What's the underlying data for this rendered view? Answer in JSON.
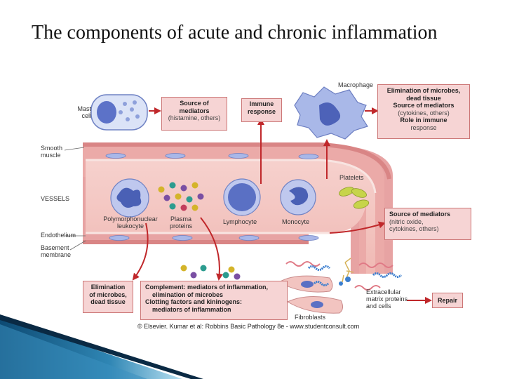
{
  "slide": {
    "title": "The components of acute and chronic inflammation"
  },
  "labels": {
    "mast_cell": "Mast cell",
    "macrophage": "Macrophage",
    "smooth_muscle": "Smooth muscle",
    "vessels": "VESSELS",
    "platelets": "Platelets",
    "polymorphonuclear": "Polymorphonuclear leukocyte",
    "plasma_proteins": "Plasma proteins",
    "lymphocyte": "Lymphocyte",
    "monocyte": "Monocyte",
    "endothelium": "Endothelium",
    "basement_membrane": "Basement membrane",
    "fibroblasts": "Fibroblasts",
    "ecm": "Extracellular matrix proteins and cells"
  },
  "boxes": {
    "mast_mediators": {
      "line1": "Source of",
      "line2": "mediators",
      "line3": "(histamine, others)"
    },
    "immune_response": {
      "line1": "Immune",
      "line2": "response"
    },
    "macrophage_box": {
      "line1": "Elimination of microbes,",
      "line2": "dead tissue",
      "line3": "Source of mediators",
      "line4": "(cytokines, others)",
      "line5": "Role in immune",
      "line6": "response"
    },
    "monocyte_mediators": {
      "line1": "Source of mediators",
      "line2": "(nitric oxide,",
      "line3": "cytokines, others)"
    },
    "elimination": {
      "line1": "Elimination",
      "line2": "of microbes,",
      "line3": "dead tissue"
    },
    "complement": {
      "line1": "Complement: mediators of inflammation,",
      "line2": "elimination of microbes",
      "line3": "Clotting factors and kininogens:",
      "line4": "mediators of inflammation"
    },
    "repair": {
      "line1": "Repair"
    }
  },
  "credit": "© Elsevier. Kumar et al: Robbins Basic Pathology 8e - www.studentconsult.com",
  "colors": {
    "box_fill": "#f6d4d4",
    "arrow": "#c0282b",
    "vessel_wall": "#e9a5a5",
    "lumen": "#f4c9c4",
    "cell_blue": "#9fb0e6"
  }
}
